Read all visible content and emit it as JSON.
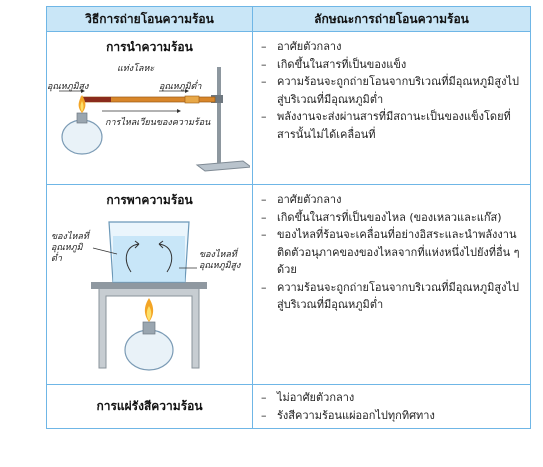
{
  "header": {
    "col1": "วิธีการถ่ายโอนความร้อน",
    "col2": "ลักษณะการถ่ายโอนความร้อน"
  },
  "rows": [
    {
      "method": "การนำความร้อน",
      "labels": {
        "metal_rod": "แท่งโลหะ",
        "high_temp": "อุณหภูมิสูง",
        "low_temp": "อุณหภูมิต่ำ",
        "flow": "การไหลเวียนของความร้อน"
      },
      "items": [
        "อาศัยตัวกลาง",
        "เกิดขึ้นในสารที่เป็นของแข็ง",
        "ความร้อนจะถูกถ่ายโอนจากบริเวณที่มีอุณหภูมิสูงไปสู่บริเวณที่มีอุณหภูมิต่ำ",
        "พลังงานจะส่งผ่านสารที่มีสถานะเป็นของแข็งโดยที่สารนั้นไม่ได้เคลื่อนที่"
      ]
    },
    {
      "method": "การพาความร้อน",
      "labels": {
        "fluid_low": "ของไหลที่อุณหภูมิต่ำ",
        "fluid_high": "ของไหลที่อุณหภูมิสูง"
      },
      "items": [
        "อาศัยตัวกลาง",
        "เกิดขึ้นในสารที่เป็นของไหล (ของเหลวและแก๊ส)",
        "ของไหลที่ร้อนจะเคลื่อนที่อย่างอิสระและนำพลังงานติดตัวอนุภาคของของไหลจากที่แห่งหนึ่งไปยังที่อื่น ๆ ด้วย",
        "ความร้อนจะถูกถ่ายโอนจากบริเวณที่มีอุณหภูมิสูงไปสู่บริเวณที่มีอุณหภูมิต่ำ"
      ]
    },
    {
      "method": "การแผ่รังสีความร้อน",
      "items": [
        "ไม่อาศัยตัวกลาง",
        "รังสีความร้อนแผ่ออกไปทุกทิศทาง"
      ]
    }
  ]
}
